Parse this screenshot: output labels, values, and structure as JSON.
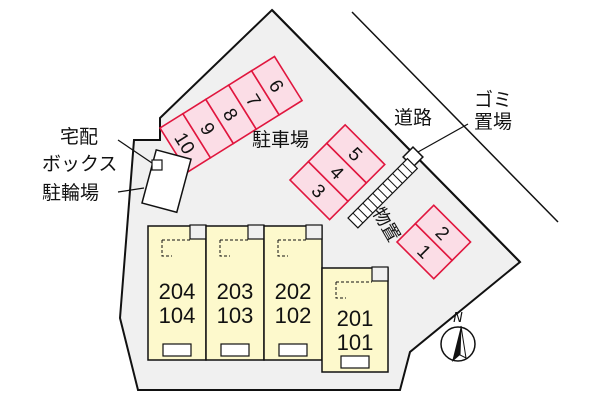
{
  "labels": {
    "parking": "駐車場",
    "road": "道路",
    "garbage_line1": "ゴミ",
    "garbage_line2": "置場",
    "storage": "物置",
    "delivery_line1": "宅配",
    "delivery_line2": "ボックス",
    "bicycle": "駐輪場",
    "north": "N"
  },
  "parking_spaces": [
    "10",
    "9",
    "8",
    "7",
    "6",
    "5",
    "4",
    "3",
    "2",
    "1"
  ],
  "units": [
    {
      "upper": "204",
      "lower": "104"
    },
    {
      "upper": "203",
      "lower": "103"
    },
    {
      "upper": "202",
      "lower": "102"
    },
    {
      "upper": "201",
      "lower": "101"
    }
  ],
  "colors": {
    "site": "#f0f0f0",
    "parking_fill": "#fbdde6",
    "parking_stroke": "#e0163e",
    "building": "#fdf9cc",
    "outline": "#111111"
  }
}
